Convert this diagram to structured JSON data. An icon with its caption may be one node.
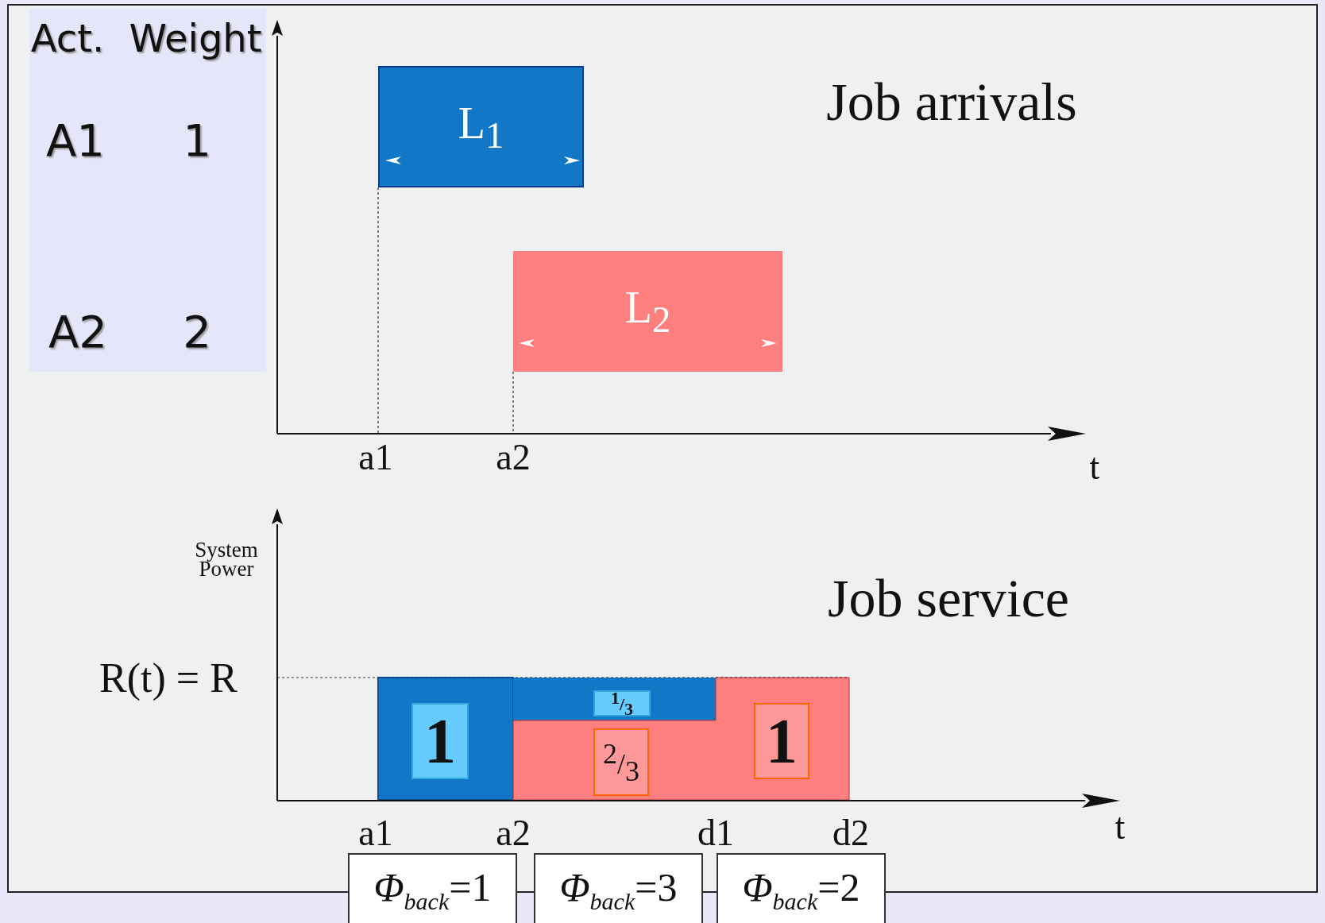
{
  "diagram": {
    "nodes": [
      {
        "text": [
          "L$_{1}$"
        ]
      },
      {
        "text": [
          "L$_{2}$"
        ]
      },
      {
        "text": [
          "1"
        ]
      },
      {
        "text": [
          "$^{1}$/$_{3}$"
        ]
      },
      {
        "text": [
          "$^{2}$/$_{3}$"
        ]
      },
      {
        "text": [
          "1"
        ]
      },
      {
        "text": [
          "*Φ*$_{back}$=1"
        ]
      },
      {
        "text": [
          "*Φ*$_{back}$=3"
        ]
      },
      {
        "text": [
          "*Φ*$_{back}$=2"
        ]
      }
    ],
    "edges": [],
    "labels": [
      "Act.",
      "Weight",
      "A1",
      "1",
      "A2",
      "2",
      "Job arrivals",
      "a1",
      "a2",
      "t",
      "System Power",
      "Job service",
      "R(t) = R",
      "a1",
      "a2",
      "d1",
      "d2",
      "t"
    ]
  }
}
